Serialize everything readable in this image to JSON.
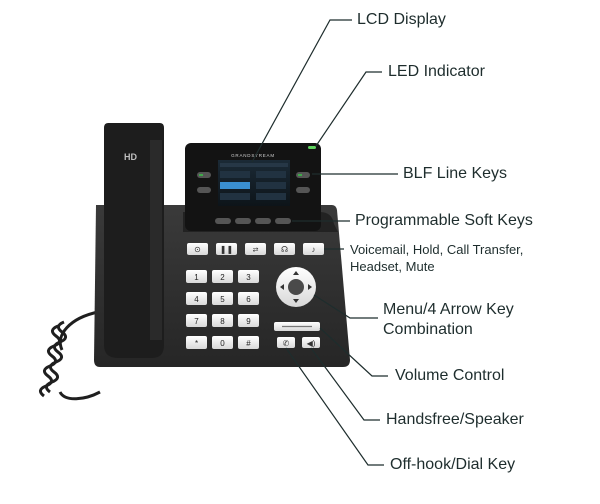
{
  "phone": {
    "handset_label": "HD",
    "brand_label": "GRANDSTREAM",
    "dialpad_keys": [
      "1",
      "2",
      "3",
      "4",
      "5",
      "6",
      "7",
      "8",
      "9",
      "*",
      "0",
      "#"
    ]
  },
  "callouts": {
    "lcd_display": "LCD Display",
    "led_indicator": "LED Indicator",
    "blf_line_keys": "BLF Line Keys",
    "programmable_soft_keys": "Programmable Soft Keys",
    "function_keys_line1": "Voicemail, Hold, Call Transfer,",
    "function_keys_line2": "Headset, Mute",
    "menu_line1": "Menu/4 Arrow Key",
    "menu_line2": "Combination",
    "volume_control": "Volume Control",
    "handsfree_speaker": "Handsfree/Speaker",
    "offhook_dial": "Off-hook/Dial Key"
  },
  "colors": {
    "line": "#1e2d2d",
    "body": "#2e2e2e",
    "led": "#5fd35f",
    "line_key_led": "#3fa84a",
    "screen_accent": "#3a8fd0"
  }
}
